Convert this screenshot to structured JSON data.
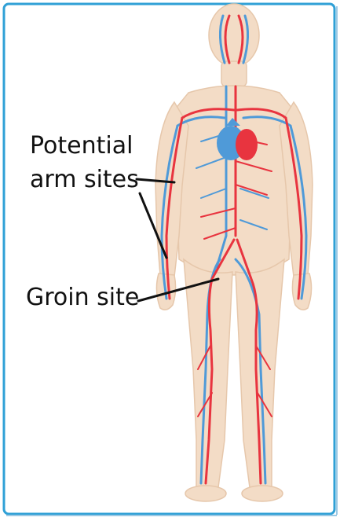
{
  "labels": {
    "potential": "Potential",
    "arm_sites": "arm sites",
    "groin_site": "Groin site"
  },
  "colors": {
    "frame_border": "#2fa0d6",
    "background": "#ffffff",
    "skin": "#f3dcc6",
    "artery": "#e8343f",
    "vein": "#4f9ad8",
    "heart_right": "#e8343f",
    "heart_left": "#4f9ad8",
    "leader_line": "#111111",
    "text": "#111111"
  }
}
